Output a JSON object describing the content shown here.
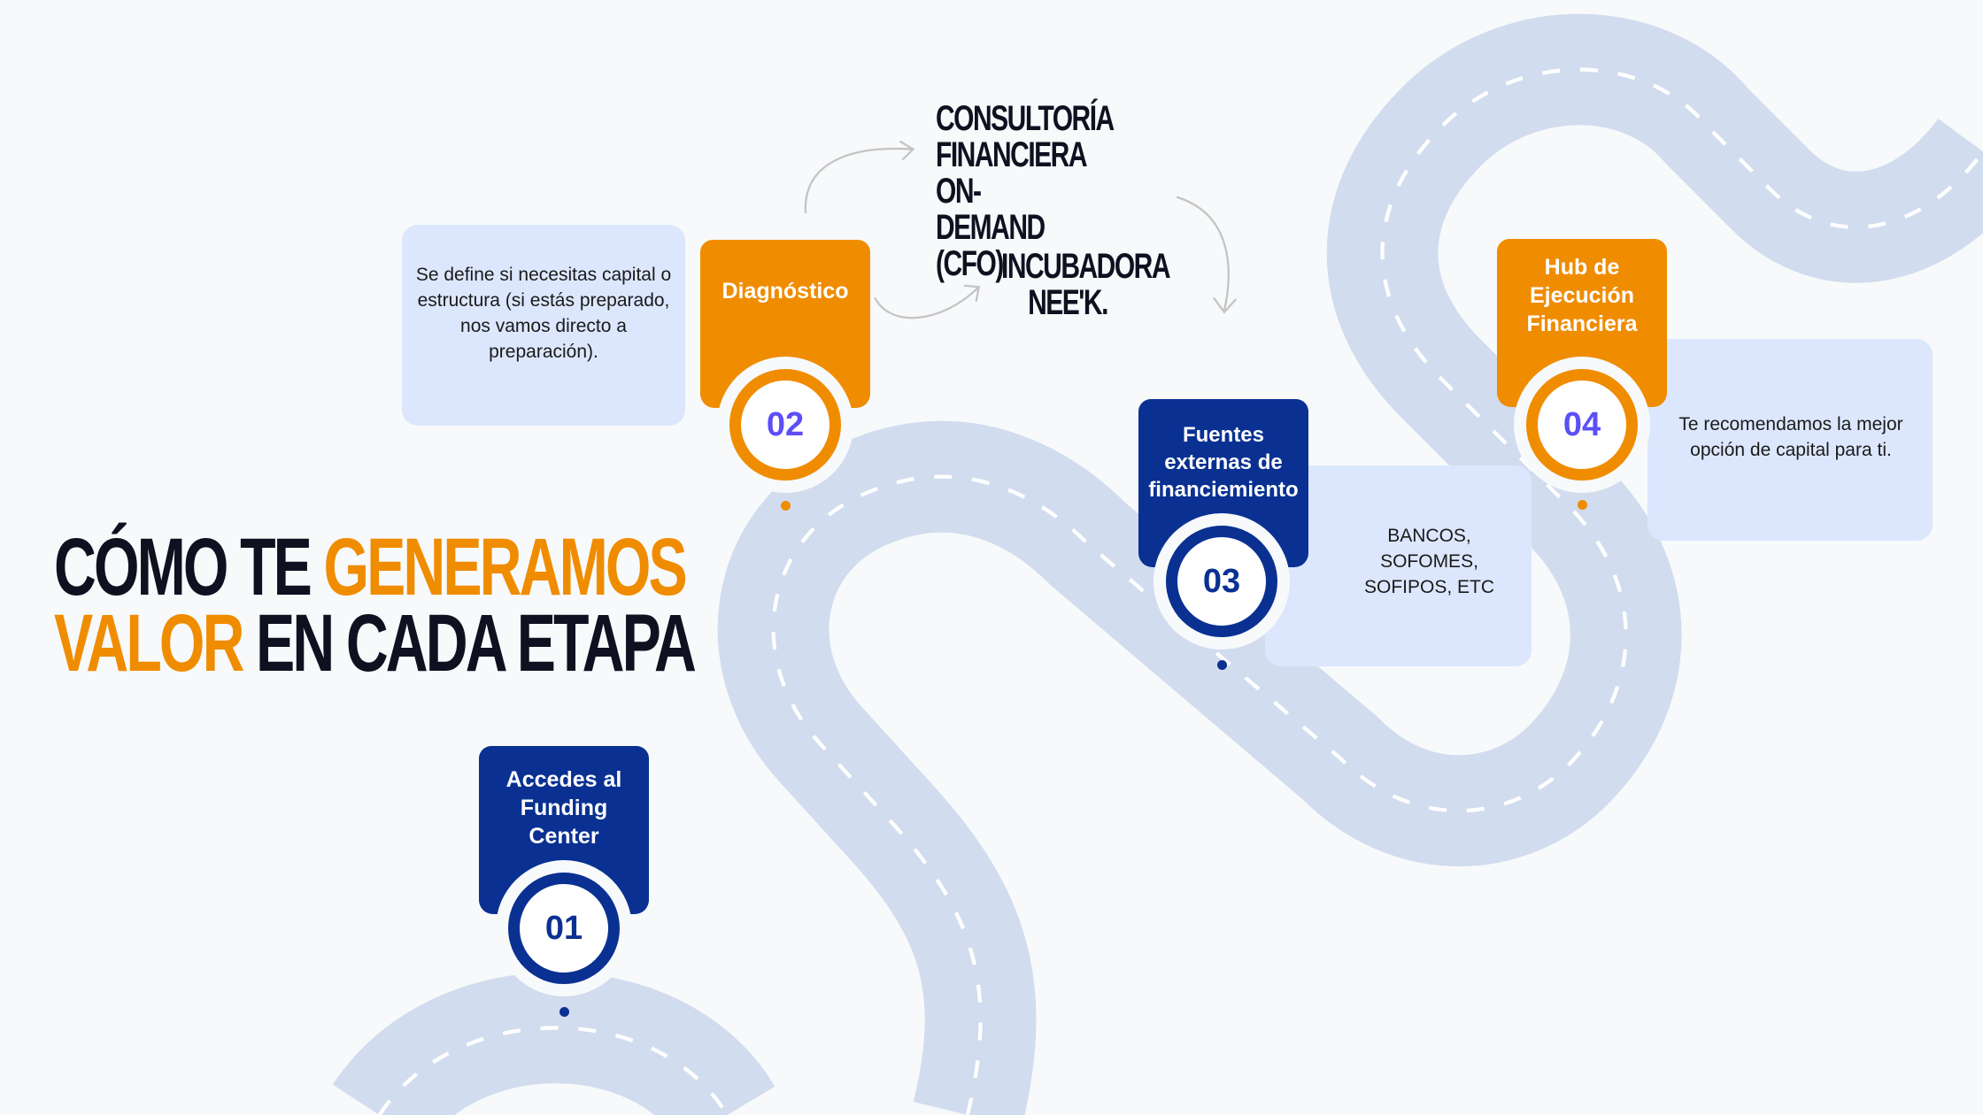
{
  "title": {
    "line1_dark": "CÓMO TE ",
    "line1_accent": "GENERAMOS",
    "line2_accent": "VALOR",
    "line2_dark": " EN CADA ETAPA"
  },
  "colors": {
    "orange": "#f08c00",
    "navy": "#0a3192",
    "number_purple": "#5b4ff5",
    "road": "#d1dcee",
    "box": "#dce7fd",
    "background": "#f7f9fb"
  },
  "steps": [
    {
      "number": "01",
      "label": "Accedes al Funding Center",
      "color": "navy"
    },
    {
      "number": "02",
      "label": "Diagnóstico",
      "color": "orange",
      "description": "Se define si necesitas capital o estructura  (si estás preparado, nos vamos directo a preparación)."
    },
    {
      "number": "03",
      "label": "Fuentes externas de financiemiento",
      "color": "navy",
      "description": "BANCOS, SOFOMES, SOFIPOS, ETC"
    },
    {
      "number": "04",
      "label": "Hub de Ejecución Financiera",
      "color": "orange",
      "description": "Te recomendamos la mejor opción de capital para ti."
    }
  ],
  "branches": {
    "consultoria": "CONSULTORÍA FINANCIERA ON-DEMAND (CFO)",
    "incubadora": "INCUBADORA NEE'K."
  }
}
